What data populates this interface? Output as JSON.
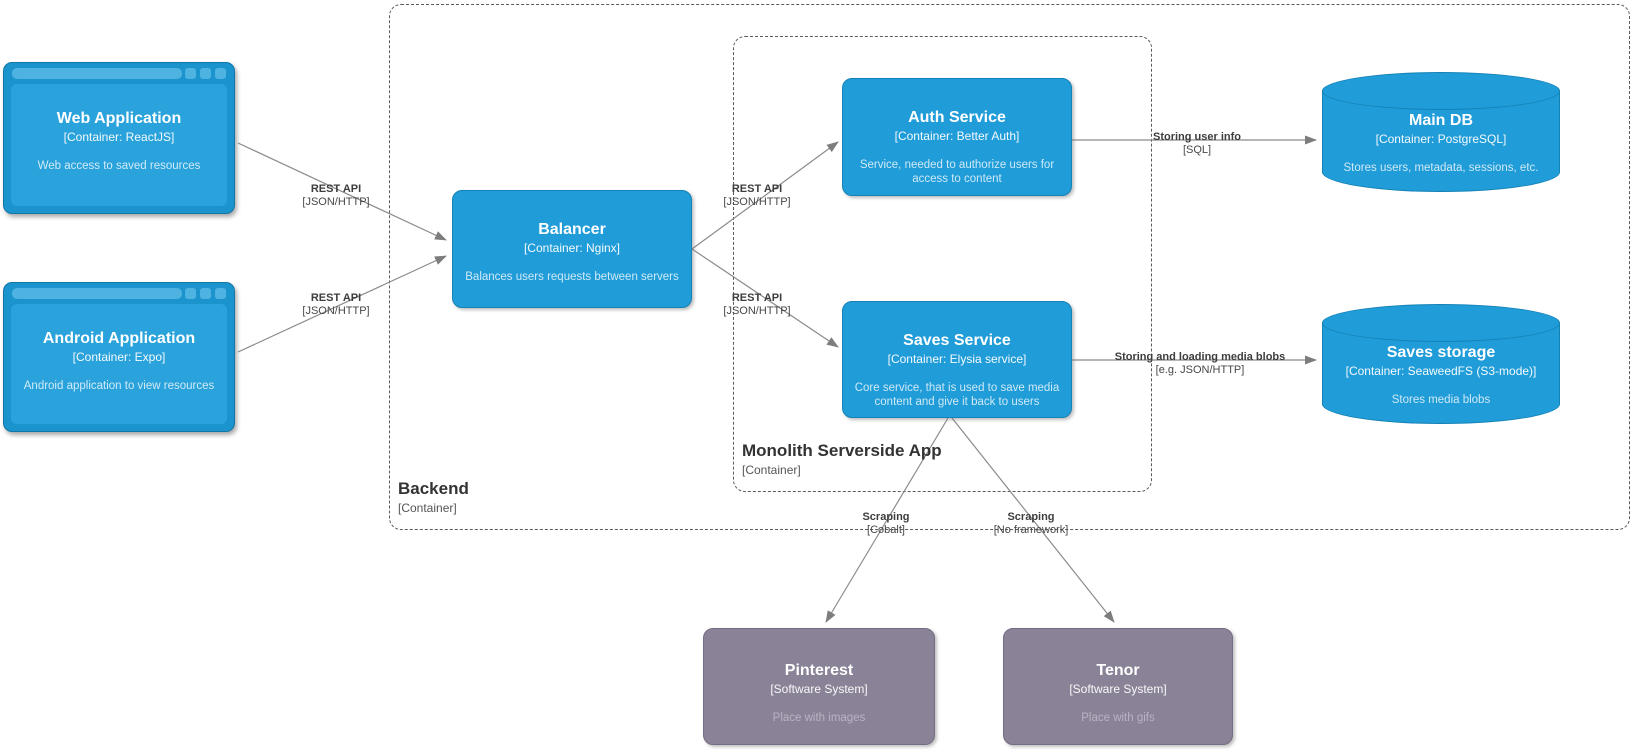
{
  "boundaries": {
    "backend": {
      "title": "Backend",
      "subtitle": "[Container]"
    },
    "monolith": {
      "title": "Monolith Serverside App",
      "subtitle": "[Container]"
    }
  },
  "nodes": {
    "web_app": {
      "title": "Web Application",
      "subtitle": "[Container: ReactJS]",
      "description": "Web access to saved resources"
    },
    "android_app": {
      "title": "Android Application",
      "subtitle": "[Container: Expo]",
      "description": "Android application to view resources"
    },
    "balancer": {
      "title": "Balancer",
      "subtitle": "[Container: Nginx]",
      "description": "Balances users requests between servers"
    },
    "auth_service": {
      "title": "Auth Service",
      "subtitle": "[Container: Better Auth]",
      "description": "Service, needed to authorize users for access to content"
    },
    "saves_service": {
      "title": "Saves Service",
      "subtitle": "[Container: Elysia service]",
      "description": "Core service, that is used to save media content and give it back to users"
    },
    "main_db": {
      "title": "Main DB",
      "subtitle": "[Container: PostgreSQL]",
      "description": "Stores users, metadata, sessions, etc."
    },
    "saves_storage": {
      "title": "Saves storage",
      "subtitle": "[Container: SeaweedFS (S3-mode)]",
      "description": "Stores media blobs"
    },
    "pinterest": {
      "title": "Pinterest",
      "subtitle": "[Software System]",
      "description": "Place with images"
    },
    "tenor": {
      "title": "Tenor",
      "subtitle": "[Software System]",
      "description": "Place with gifs"
    }
  },
  "edges": {
    "web_to_balancer": {
      "label": "REST API",
      "tech": "[JSON/HTTP]"
    },
    "android_to_balancer": {
      "label": "REST API",
      "tech": "[JSON/HTTP]"
    },
    "balancer_to_auth": {
      "label": "REST API",
      "tech": "[JSON/HTTP]"
    },
    "balancer_to_saves": {
      "label": "REST API",
      "tech": "[JSON/HTTP]"
    },
    "auth_to_maindb": {
      "label": "Storing user info",
      "tech": "[SQL]"
    },
    "saves_to_storage": {
      "label": "Storing and loading media blobs",
      "tech": "[e.g. JSON/HTTP]"
    },
    "saves_to_pinterest": {
      "label": "Scraping",
      "tech": "[Cobalt]"
    },
    "saves_to_tenor": {
      "label": "Scraping",
      "tech": "[No framework]"
    }
  },
  "colors": {
    "container_fill": "#209CD8",
    "container_border": "#1482B5",
    "browser_frame": "#1B94CE",
    "browser_panel": "#2AA2DB",
    "browser_accent": "#4FB3E2",
    "external_fill": "#8A8296",
    "external_border": "#756D85",
    "edge_line": "#8B8B8B",
    "boundary_dash": "#5A5A5A",
    "background": "#FFFFFF"
  }
}
